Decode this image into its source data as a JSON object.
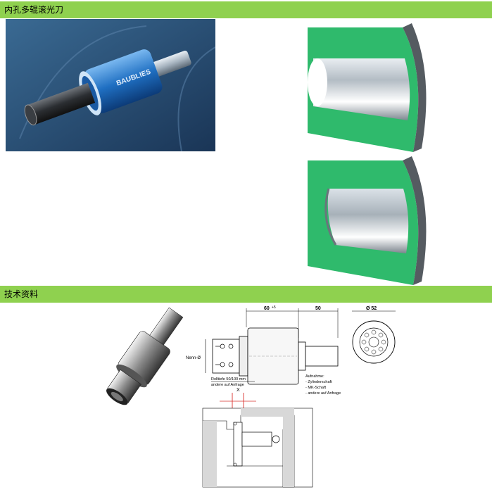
{
  "section1": {
    "title": "内孔多辊滚光刀"
  },
  "section2": {
    "title": "技术资料"
  },
  "product_photo": {
    "logo_text": "BAUBLIES"
  },
  "drawing": {
    "dim_length_main": "60",
    "dim_tolerance": "+5",
    "dim_length_shank": "50",
    "dim_diameter": "Ø 52",
    "label_nominal": "Nenn-Ø",
    "roll_depth_line1": "Rolltiefe 50/100 mm",
    "roll_depth_line2": "andere auf Anfrage",
    "shank_title": "Aufnahme:",
    "shank_opt1": "- Zylinderschaft",
    "shank_opt2": "- MK-Schaft",
    "shank_opt3": "- andere auf Anfrage",
    "section_marker": "X"
  },
  "colors": {
    "header_green": "#8fd14f",
    "workpiece_green": "#2fba6c",
    "tool_blue": "#1f6fc2",
    "background_navy": "#24466b"
  }
}
